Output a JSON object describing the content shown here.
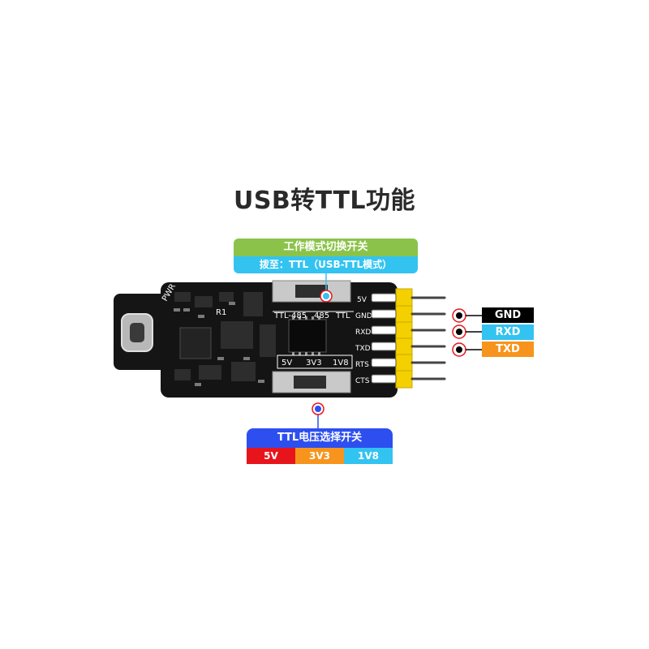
{
  "title": "USB转TTL功能",
  "mode_switch": {
    "heading": "工作模式切换开关",
    "setting": "拨至：TTL（USB-TTL模式）",
    "silk_left": "TTL-485",
    "silk_mid": "485",
    "silk_right": "TTL"
  },
  "voltage_switch": {
    "heading": "TTL电压选择开关",
    "options": [
      "5V",
      "3V3",
      "1V8"
    ],
    "colors": [
      "#e8141b",
      "#f7941d",
      "#33c3f0"
    ]
  },
  "pins": [
    "5V",
    "GND",
    "RXD",
    "TXD",
    "RTS",
    "CTS"
  ],
  "board_silk": {
    "pwr": "PWR",
    "r1": "R1"
  },
  "signal_tags": [
    {
      "label": "GND",
      "color": "#000000"
    },
    {
      "label": "RXD",
      "color": "#33c3f0"
    },
    {
      "label": "TXD",
      "color": "#f7941d"
    }
  ]
}
